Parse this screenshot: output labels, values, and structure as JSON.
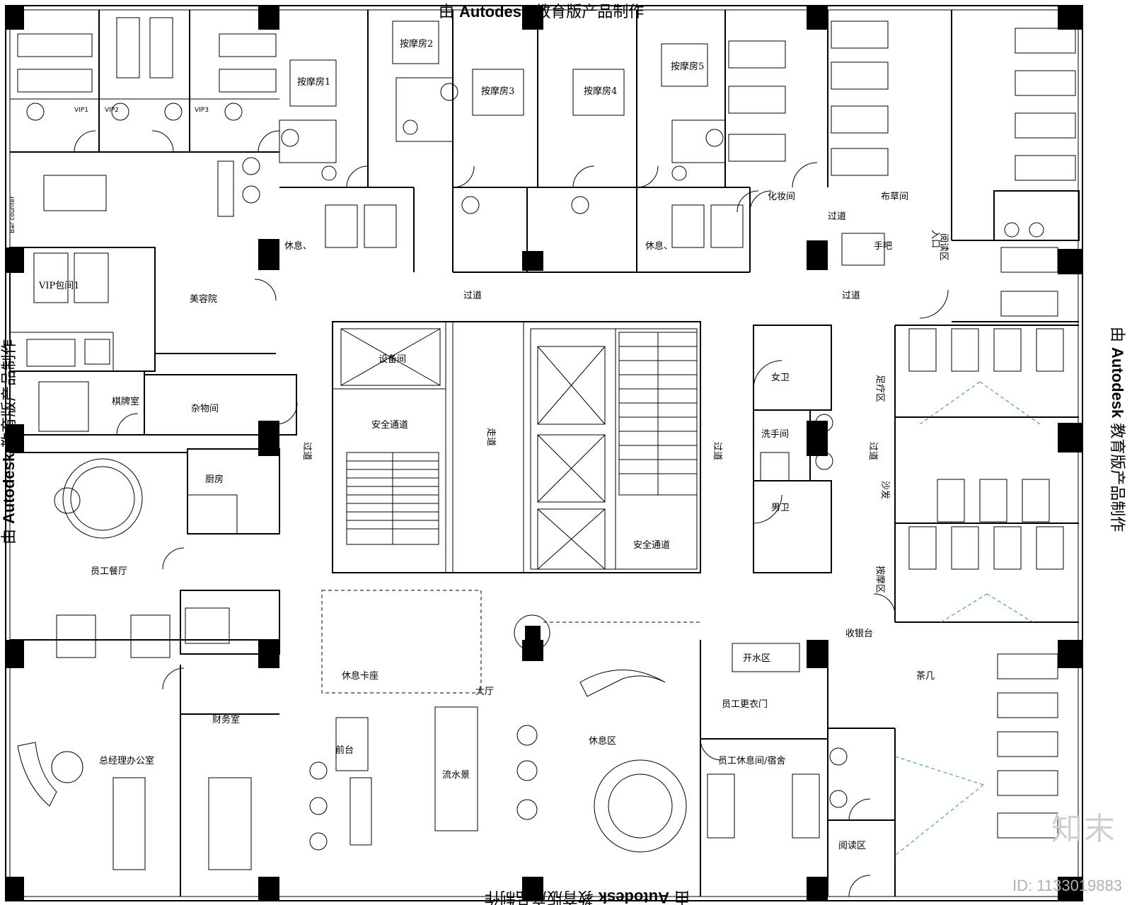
{
  "watermarks": {
    "top": {
      "prefix": "由 ",
      "brand": "Autodesk",
      "suffix": " 教育版产品制作"
    },
    "right": {
      "prefix": "由 ",
      "brand": "Autodesk",
      "suffix": " 教育版产品制作"
    },
    "left": {
      "prefix": "由 ",
      "brand": "Autodesk",
      "suffix": " 教育版产品制作"
    },
    "bottom": {
      "prefix": "由 ",
      "brand": "Autodesk",
      "suffix": " 教育版产品制作"
    },
    "site": "知末",
    "image_id": "ID: 1133019883"
  },
  "rooms": {
    "vip1": "VIP1",
    "vip2": "VIP2",
    "vip3": "VIP3",
    "bar": "Bar counter",
    "massage1": "按摩房1",
    "massage2": "按摩房2",
    "massage3": "按摩房3",
    "massage4": "按摩房4",
    "massage5": "按摩房5",
    "rest1": "休息、",
    "rest2": "休息、",
    "dressing": "化妆间",
    "linen": "布草间",
    "waterbar": "手吧",
    "vip_room1": "VIP包间1",
    "beauty": "美容院",
    "equipment": "设备间",
    "storage": "杂物间",
    "chess": "棋牌室",
    "safety_exit1": "安全通道",
    "safety_exit2": "安全通道",
    "female_wc": "女卫",
    "male_wc": "男卫",
    "wash": "洗手间",
    "kitchen": "厨房",
    "staff_dining": "员工餐厅",
    "gm_office": "总经理办公室",
    "finance": "财务室",
    "reception": "前台",
    "rest_area": "休息区",
    "lounge_seat": "休息卡座",
    "hall": "大厅",
    "water_feature": "流水景",
    "boiler": "开水区",
    "staff_locker": "员工更衣门",
    "staff_rest": "员工休息间/宿舍",
    "tea": "茶几",
    "reading": "阅读区",
    "hallway_1": "过道",
    "hallway_2": "过道",
    "hallway_3": "过道",
    "hallway_4": "过道",
    "hallway_5": "过道",
    "hallway_6": "过道",
    "corridor": "走道",
    "entrance": "入口",
    "counter": "收银台",
    "sofa": "沙发",
    "foot_room": "足疗区",
    "massage_area": "按摩区",
    "reading2": "阅读区"
  }
}
